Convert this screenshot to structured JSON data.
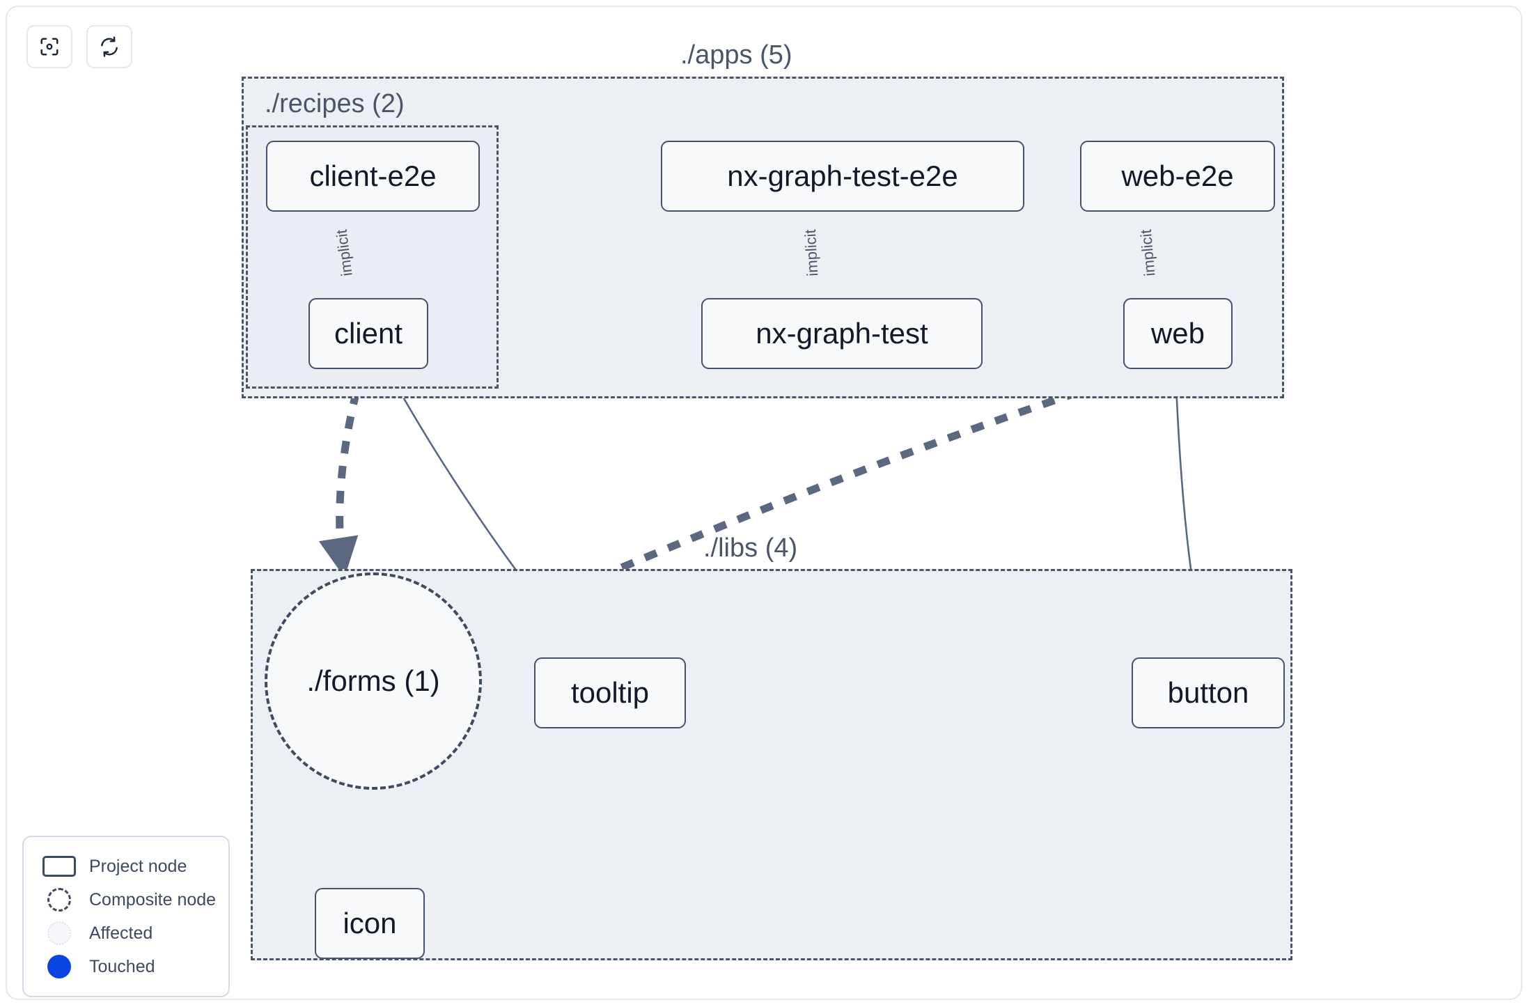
{
  "toolbar": {
    "buttons": [
      {
        "name": "focus-graph-button",
        "icon": "focus-target-icon",
        "label": ""
      },
      {
        "name": "refresh-graph-button",
        "icon": "refresh-icon",
        "label": ""
      }
    ]
  },
  "graph": {
    "groups": [
      {
        "id": "apps",
        "label": "./apps (5)",
        "count": 5
      },
      {
        "id": "recipes",
        "label": "./recipes (2)",
        "count": 2
      },
      {
        "id": "libs",
        "label": "./libs (4)",
        "count": 4
      }
    ],
    "nodes": [
      {
        "id": "client-e2e",
        "label": "client-e2e",
        "type": "project",
        "group": "recipes"
      },
      {
        "id": "client",
        "label": "client",
        "type": "project",
        "group": "recipes"
      },
      {
        "id": "nx-graph-test-e2e",
        "label": "nx-graph-test-e2e",
        "type": "project",
        "group": "apps"
      },
      {
        "id": "nx-graph-test",
        "label": "nx-graph-test",
        "type": "project",
        "group": "apps"
      },
      {
        "id": "web-e2e",
        "label": "web-e2e",
        "type": "project",
        "group": "apps"
      },
      {
        "id": "web",
        "label": "web",
        "type": "project",
        "group": "apps"
      },
      {
        "id": "forms",
        "label": "./forms (1)",
        "type": "composite",
        "group": "libs"
      },
      {
        "id": "tooltip",
        "label": "tooltip",
        "type": "project",
        "group": "libs"
      },
      {
        "id": "button",
        "label": "button",
        "type": "project",
        "group": "libs"
      },
      {
        "id": "icon",
        "label": "icon",
        "type": "project",
        "group": "libs"
      }
    ],
    "edges": [
      {
        "from": "client-e2e",
        "to": "client",
        "label": "implicit",
        "style": "thin"
      },
      {
        "from": "nx-graph-test-e2e",
        "to": "nx-graph-test",
        "label": "implicit",
        "style": "thin"
      },
      {
        "from": "web-e2e",
        "to": "web",
        "label": "implicit",
        "style": "thin"
      },
      {
        "from": "client",
        "to": "forms",
        "label": "",
        "style": "thick-dashed"
      },
      {
        "from": "client",
        "to": "tooltip",
        "label": "",
        "style": "thin"
      },
      {
        "from": "web",
        "to": "forms",
        "label": "",
        "style": "thick-dashed"
      },
      {
        "from": "web",
        "to": "button",
        "label": "",
        "style": "thin"
      },
      {
        "from": "forms",
        "to": "icon",
        "label": "",
        "style": "thick-dashed"
      }
    ]
  },
  "legend": {
    "items": [
      {
        "swatch": "project-node-swatch",
        "label": "Project node"
      },
      {
        "swatch": "composite-node-swatch",
        "label": "Composite node"
      },
      {
        "swatch": "affected-swatch",
        "label": "Affected"
      },
      {
        "swatch": "touched-swatch",
        "label": "Touched"
      }
    ]
  },
  "colors": {
    "group_fill": "#eceff4",
    "group_border": "#4a5568",
    "node_fill": "#f7f9fb",
    "node_border": "#44536b",
    "edge_thick": "#5a6880",
    "edge_thin": "#596882",
    "touched": "#0a44e0",
    "text": "#14192a",
    "muted_text": "#4a5568"
  }
}
